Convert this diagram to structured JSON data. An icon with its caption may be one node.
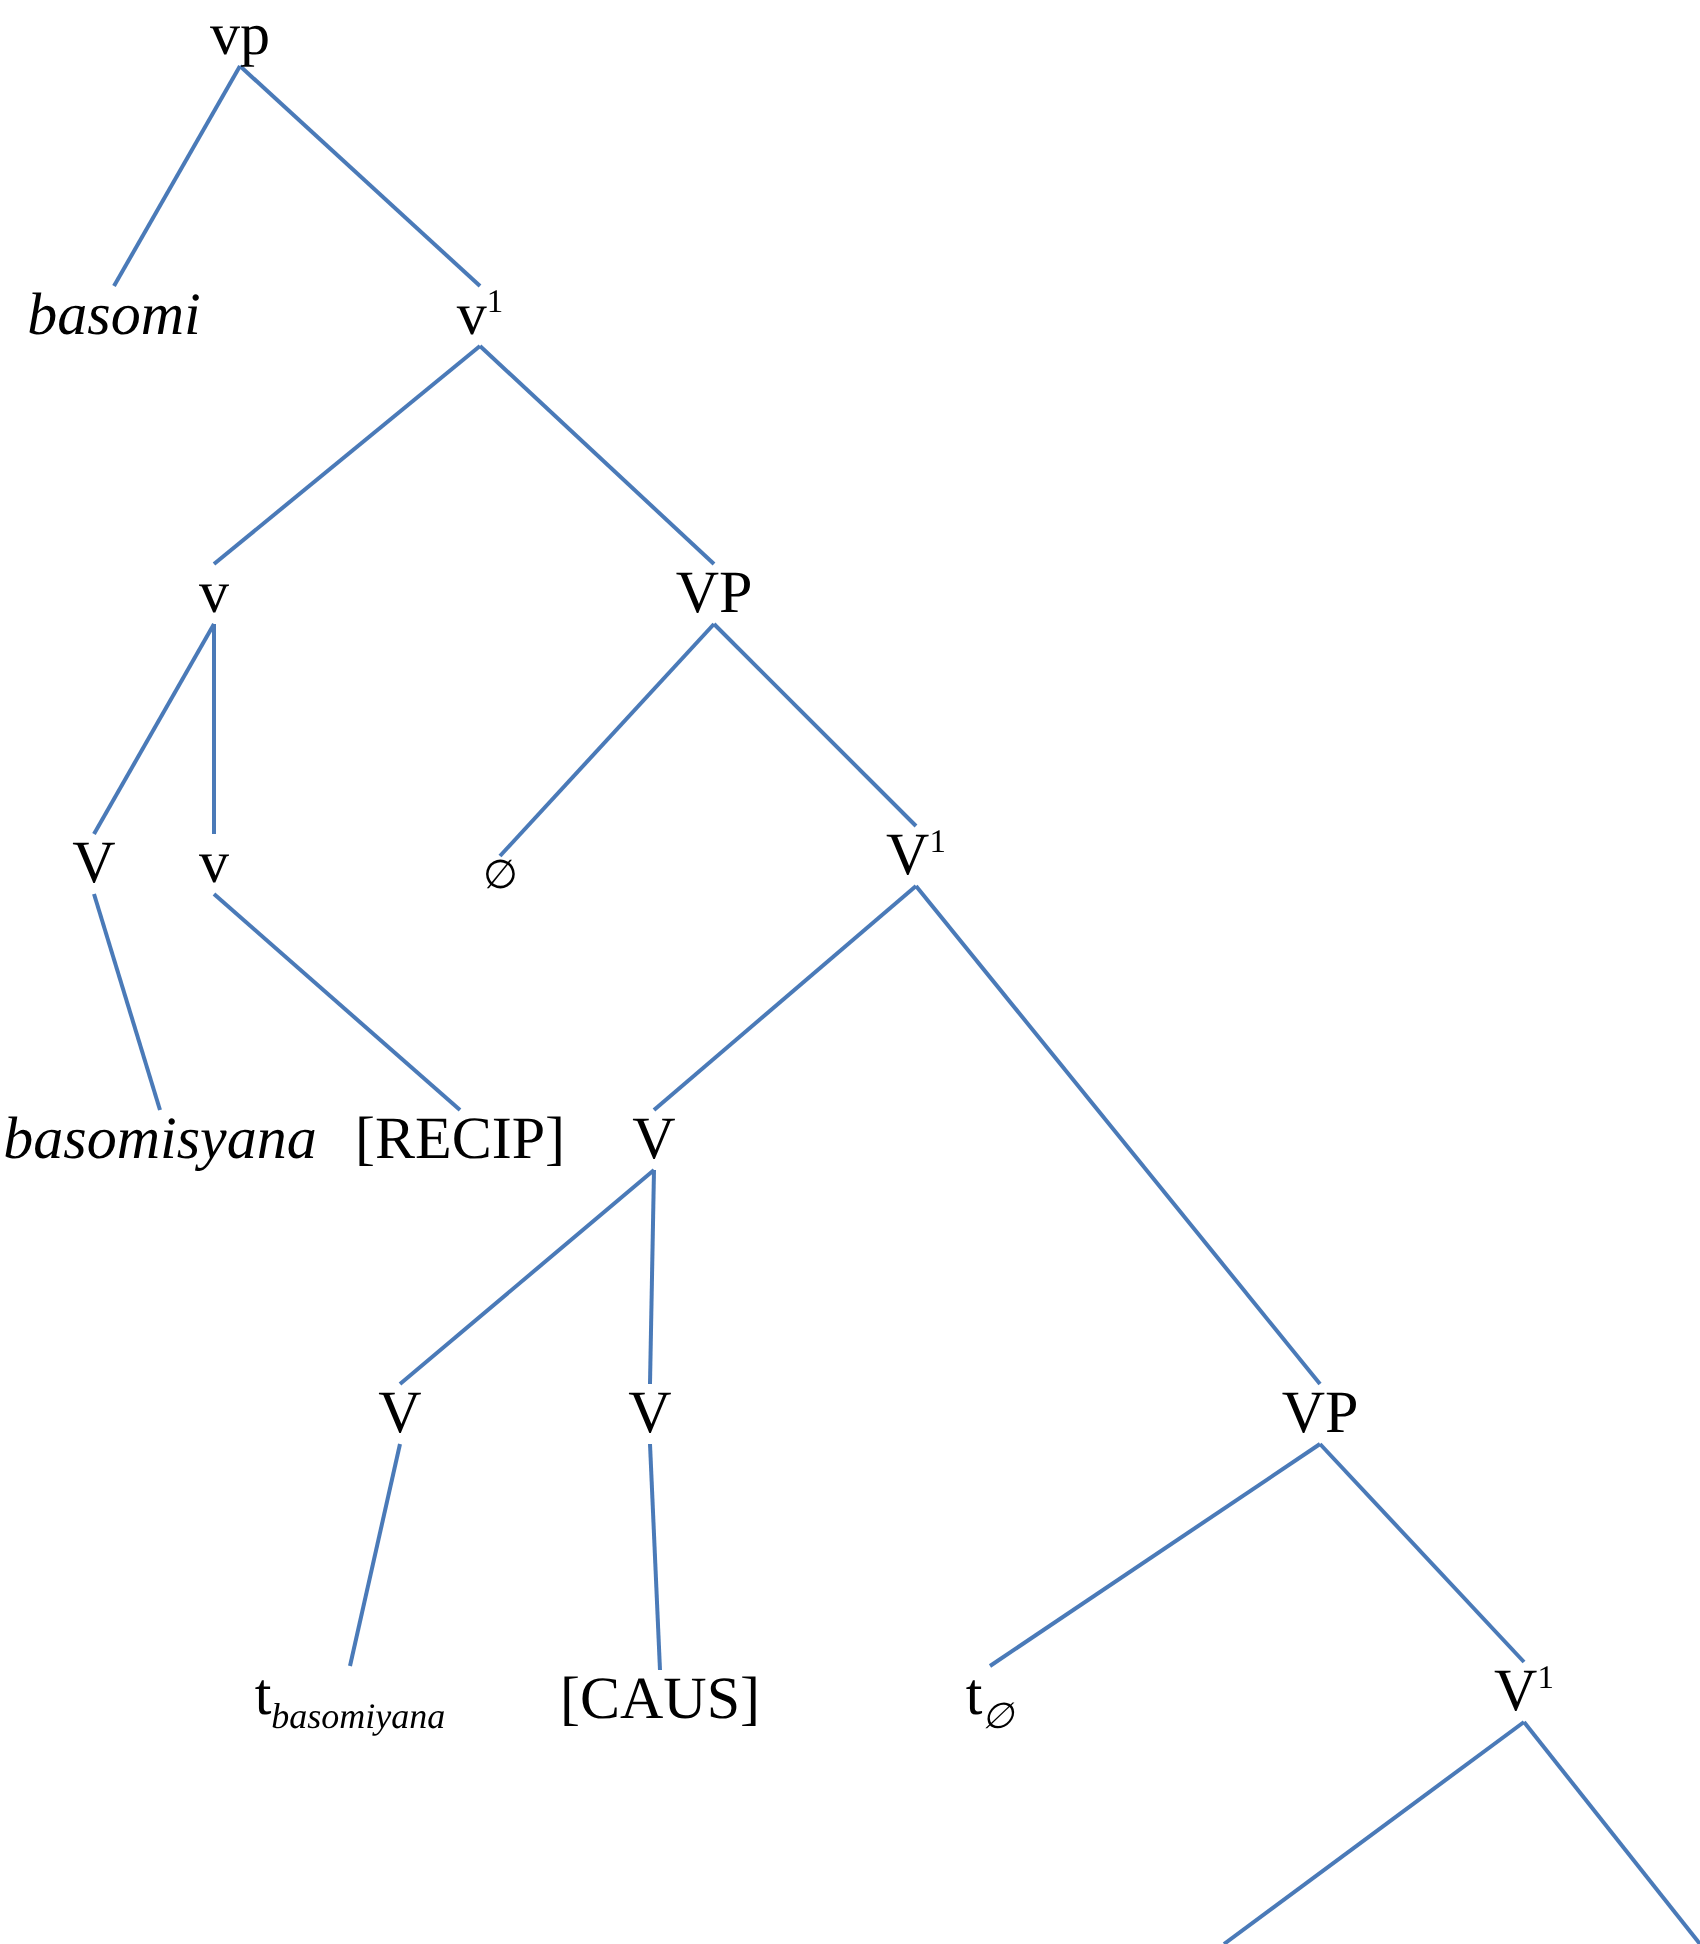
{
  "diagram": {
    "nodes": [
      {
        "text": [
          "vp"
        ]
      },
      {
        "text": [
          "basomi"
        ]
      },
      {
        "text": [
          "v$^{1}$"
        ]
      },
      {
        "text": [
          "v"
        ]
      },
      {
        "text": [
          "VP"
        ]
      },
      {
        "text": [
          "V"
        ]
      },
      {
        "text": [
          "v"
        ]
      },
      {
        "text": [
          "∅"
        ]
      },
      {
        "text": [
          "V$^{1}$"
        ]
      },
      {
        "text": [
          "basomisyana"
        ]
      },
      {
        "text": [
          "[RECIP]"
        ]
      },
      {
        "text": [
          "V"
        ]
      },
      {
        "text": [
          "V"
        ]
      },
      {
        "text": [
          "V"
        ]
      },
      {
        "text": [
          "VP"
        ]
      },
      {
        "text": [
          "t$_{basomiyana}$"
        ]
      },
      {
        "text": [
          "[CAUS]"
        ]
      },
      {
        "text": [
          "t$_{∅}$"
        ]
      },
      {
        "text": [
          "V$^{1}$"
        ]
      }
    ],
    "edges": [
      {
        "from": 0,
        "to": 1,
        "arrow": "none"
      },
      {
        "from": 0,
        "to": 2,
        "arrow": "none"
      },
      {
        "from": 2,
        "to": 3,
        "arrow": "none"
      },
      {
        "from": 2,
        "to": 4,
        "arrow": "none"
      },
      {
        "from": 3,
        "to": 5,
        "arrow": "none"
      },
      {
        "from": 3,
        "to": 6,
        "arrow": "none"
      },
      {
        "from": 4,
        "to": 7,
        "arrow": "none"
      },
      {
        "from": 4,
        "to": 8,
        "arrow": "none"
      },
      {
        "from": 5,
        "to": 9,
        "arrow": "none"
      },
      {
        "from": 6,
        "to": 10,
        "arrow": "none"
      },
      {
        "from": 8,
        "to": 11,
        "arrow": "none"
      },
      {
        "from": 8,
        "to": 14,
        "arrow": "none"
      },
      {
        "from": 11,
        "to": 12,
        "arrow": "none"
      },
      {
        "from": 11,
        "to": 13,
        "arrow": "none"
      },
      {
        "from": 12,
        "to": 15,
        "arrow": "none"
      },
      {
        "from": 13,
        "to": 16,
        "arrow": "none"
      },
      {
        "from": 14,
        "to": 17,
        "arrow": "none"
      },
      {
        "from": 14,
        "to": 18,
        "arrow": "none"
      },
      {
        "from": 18,
        "to": null,
        "arrow": "none"
      },
      {
        "from": 18,
        "to": null,
        "arrow": "none"
      }
    ]
  }
}
